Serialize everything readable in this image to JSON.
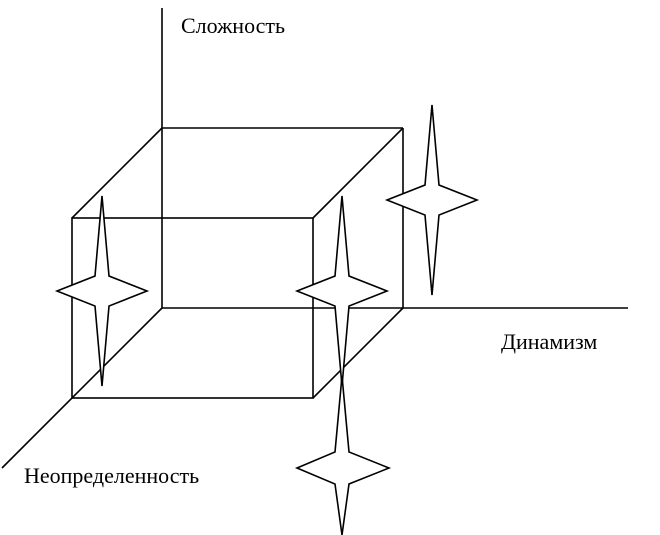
{
  "labels": {
    "vertical_axis": "Сложность",
    "horizontal_axis": "Динамизм",
    "depth_axis": "Неопределенность"
  },
  "colors": {
    "line": "#000000",
    "background": "#ffffff",
    "star_fill": "#ffffff"
  }
}
